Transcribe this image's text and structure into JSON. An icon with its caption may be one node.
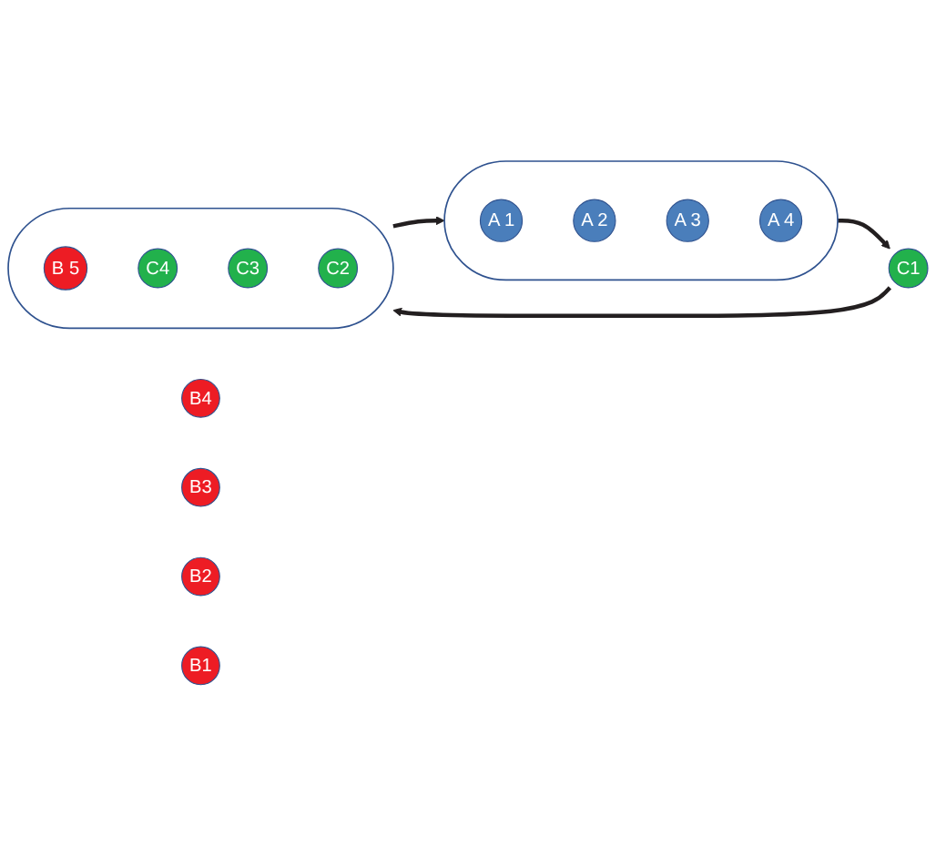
{
  "diagram": {
    "nodes": [
      {
        "text": [],
        "shape": "ellipse"
      },
      {
        "text": [
          "A 1"
        ],
        "in": 0
      },
      {
        "text": [
          "A 2"
        ],
        "in": 0
      },
      {
        "text": [
          "A 3"
        ],
        "in": 0
      },
      {
        "text": [
          "A 4"
        ],
        "in": 0
      },
      {
        "text": [],
        "shape": "ellipse"
      },
      {
        "text": [
          "B 5"
        ],
        "in": 5
      },
      {
        "text": [
          "C4"
        ],
        "in": 5
      },
      {
        "text": [
          "C3"
        ],
        "in": 5
      },
      {
        "text": [
          "C2"
        ],
        "in": 5
      },
      {
        "text": [
          "C1"
        ]
      },
      {
        "text": [
          "B4"
        ]
      },
      {
        "text": [
          "B3"
        ]
      },
      {
        "text": [
          "B2"
        ]
      },
      {
        "text": [
          "B1"
        ]
      }
    ],
    "edges": [
      {
        "from": 5,
        "to": 0,
        "arrow": "to"
      },
      {
        "from": 0,
        "to": 10,
        "arrow": "to"
      },
      {
        "from": 10,
        "to": 5,
        "arrow": "to"
      }
    ]
  }
}
